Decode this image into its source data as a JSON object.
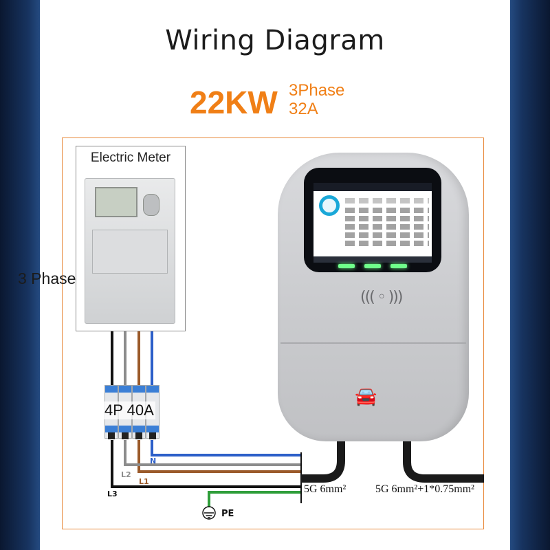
{
  "title": "Wiring Diagram",
  "power": {
    "rating": "22KW",
    "phase": "3Phase",
    "current": "32A"
  },
  "meter": {
    "label": "Electric Meter",
    "phase_label": "3 Phase"
  },
  "breaker": {
    "label": "4P 40A"
  },
  "wires": {
    "neutral": "N",
    "line2": "L2",
    "line1": "L1",
    "line3": "L3",
    "earth": "PE"
  },
  "cables": {
    "supply": "5G 6mm²",
    "output": "5G 6mm²+1*0.75mm²"
  },
  "colors": {
    "accent": "#f07f16",
    "neutral": "#2c5fc9",
    "line1": "#9b5a2a",
    "line2": "#8c8c8c",
    "line3": "#111111",
    "earth": "#2f9e3a"
  }
}
